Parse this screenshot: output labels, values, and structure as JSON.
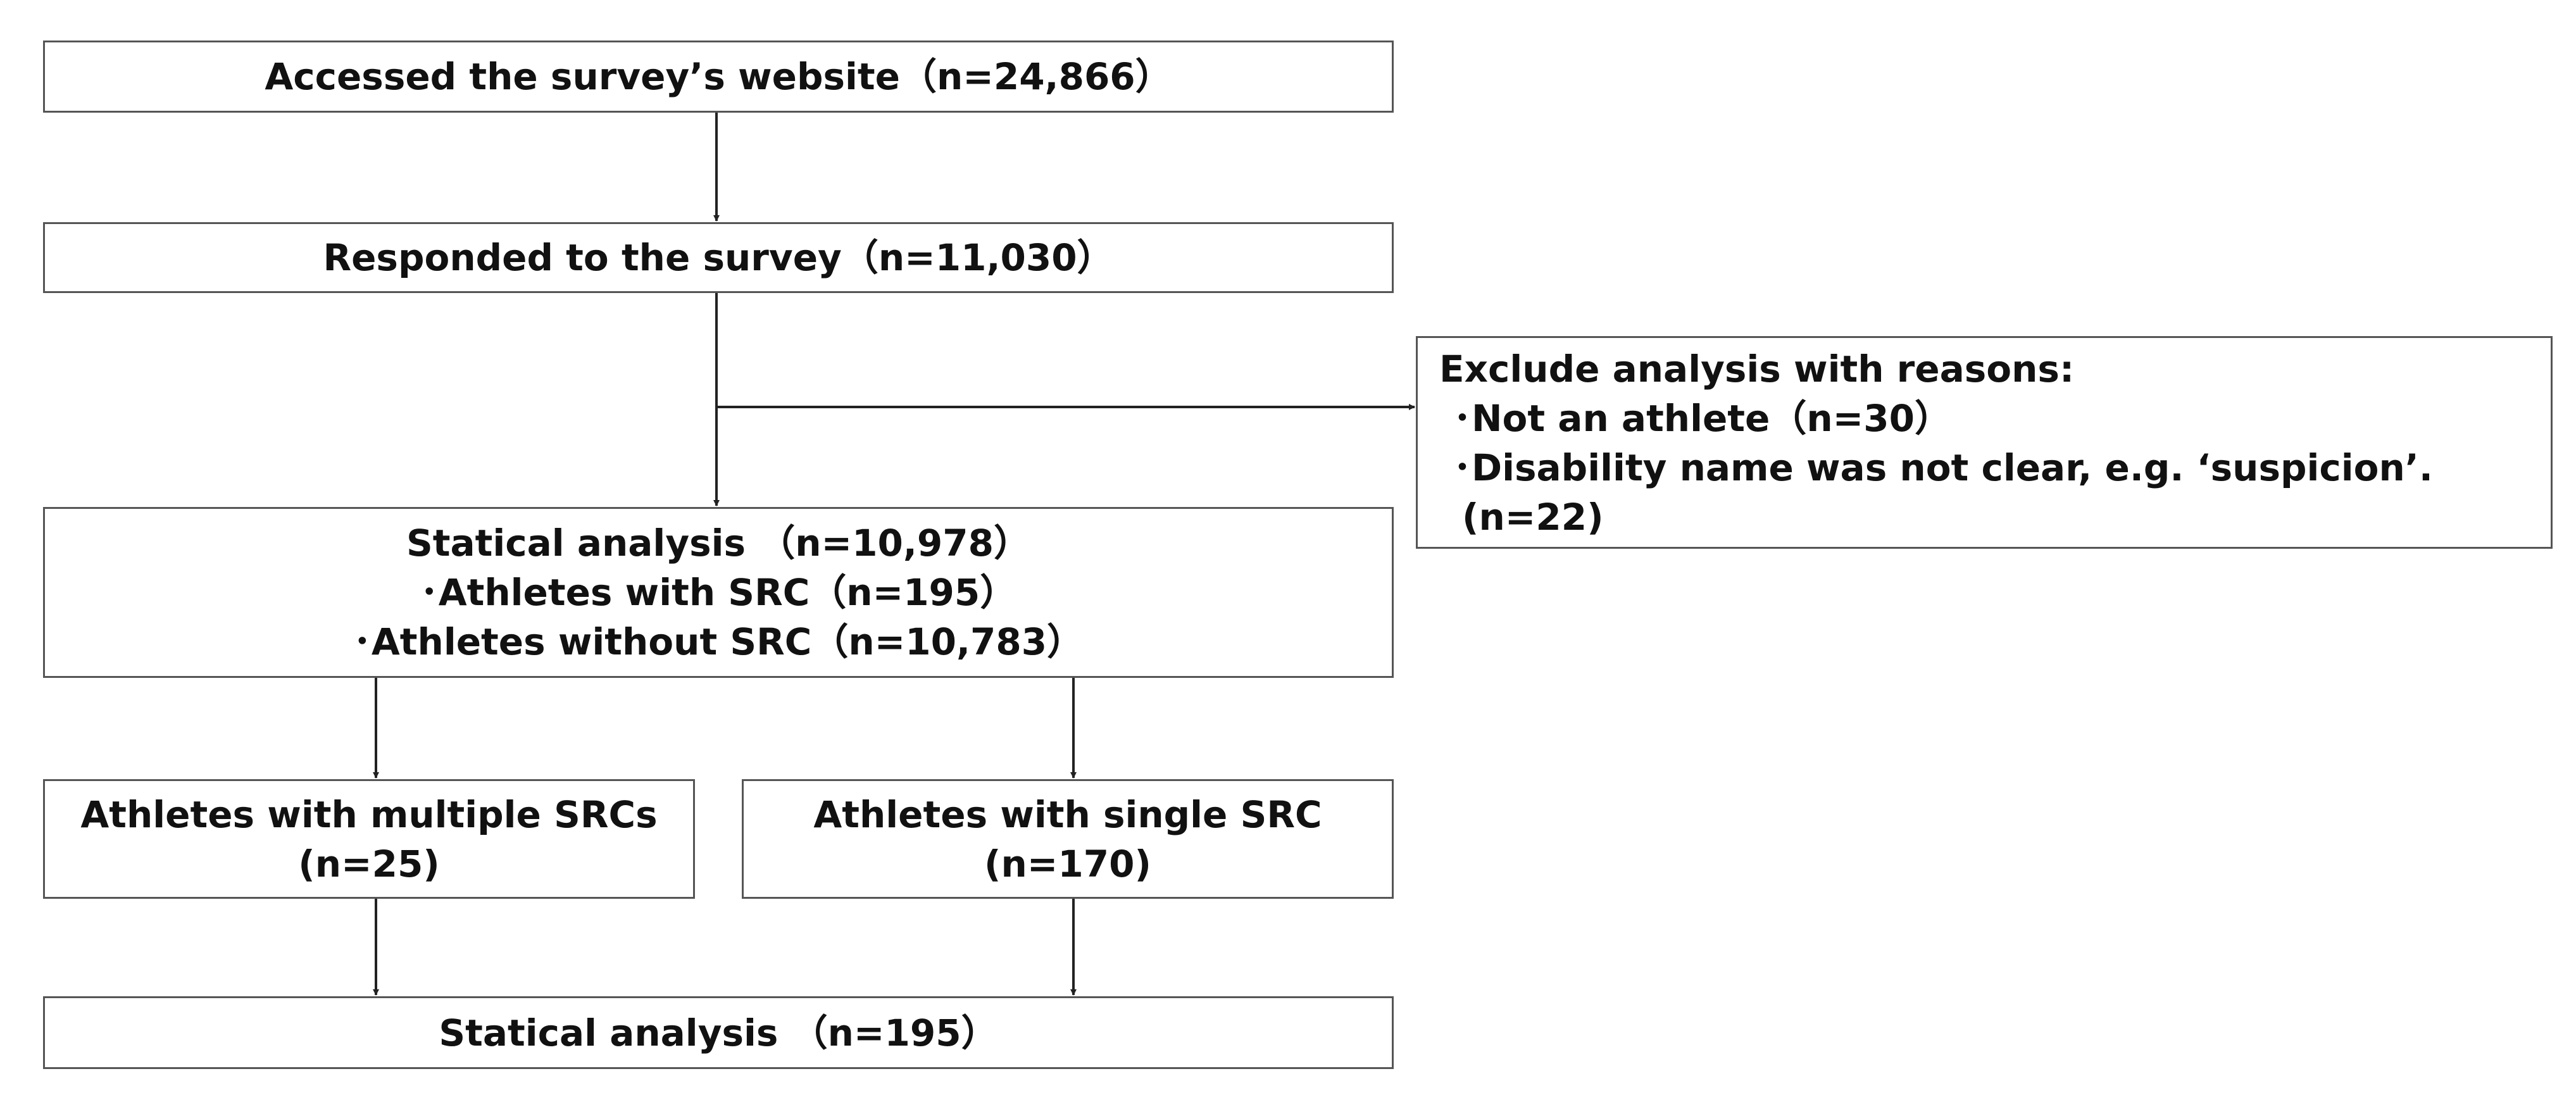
{
  "boxes": {
    "accessed": "Accessed the survey’s website（n=24,866）",
    "responded": "Responded to the survey（n=11,030）",
    "analysis": {
      "title": "Statical analysis （n=10,978）",
      "with_src": "･Athletes with SRC（n=195）",
      "without_src": "･Athletes without SRC（n=10,783）"
    },
    "multiple": {
      "line1": "Athletes with multiple SRCs",
      "line2": "(n=25)"
    },
    "single": {
      "line1": "Athletes with single SRC",
      "line2": "(n=170)"
    },
    "final": "Statical analysis （n=195）",
    "exclude": {
      "title": "Exclude analysis with reasons:",
      "item1": "･Not an athlete（n=30）",
      "item2": "･Disability name was not clear, e.g. ‘suspicion’.",
      "item2_cont": "(n=22)"
    }
  },
  "colors": {
    "border": "#555555",
    "arrow": "#222222",
    "text": "#111111"
  }
}
